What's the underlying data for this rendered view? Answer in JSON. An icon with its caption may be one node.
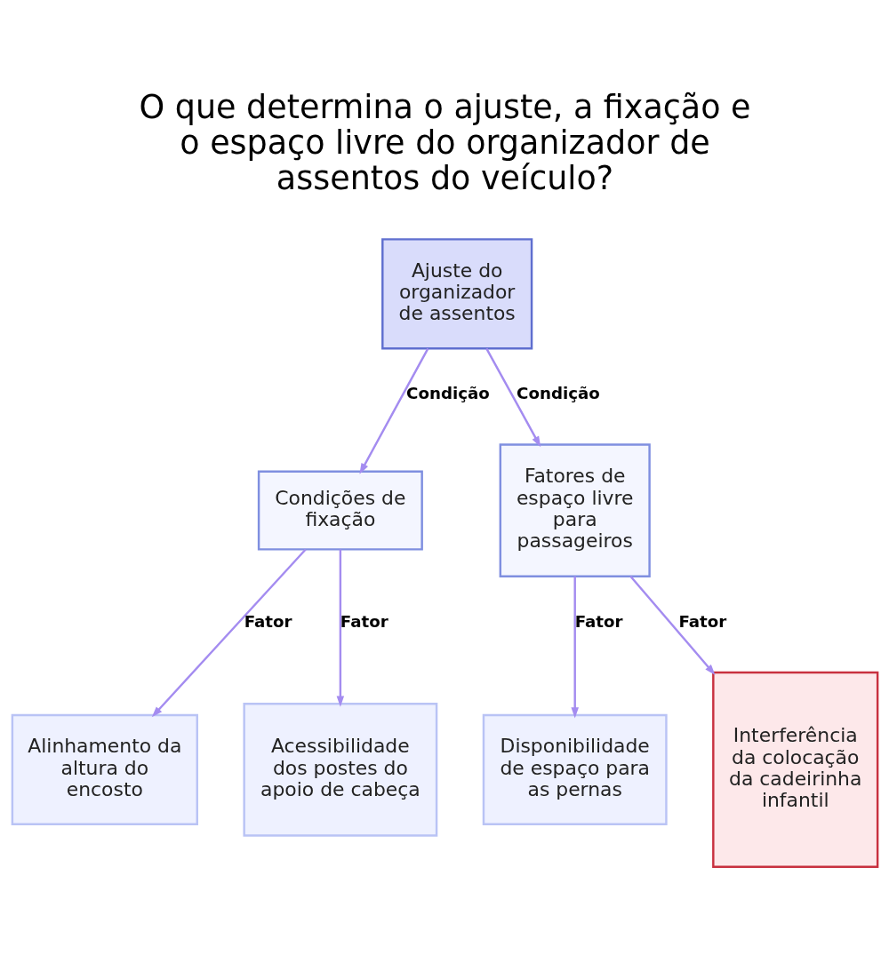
{
  "diagram": {
    "title": "O que determina o ajuste, a fixação e o espaço livre do organizador de assentos do veículo?",
    "nodes": [
      {
        "text": [
          "Ajuste do organizador de assentos"
        ]
      },
      {
        "text": [
          "Condições de fixação"
        ]
      },
      {
        "text": [
          "Fatores de espaço livre para passageiros"
        ]
      },
      {
        "text": [
          "Alinhamento da altura do encosto"
        ]
      },
      {
        "text": [
          "Acessibilidade dos postes do apoio de cabeça"
        ]
      },
      {
        "text": [
          "Disponibilidade de espaço para as pernas"
        ]
      },
      {
        "text": [
          "Interferência da colocação da cadeirinha infantil"
        ]
      }
    ],
    "edges": [
      {
        "from": 0,
        "to": 1,
        "arrow": "to",
        "label": "Condição"
      },
      {
        "from": 0,
        "to": 2,
        "arrow": "to",
        "label": "Condição"
      },
      {
        "from": 1,
        "to": 3,
        "arrow": "to",
        "label": "Fator"
      },
      {
        "from": 1,
        "to": 4,
        "arrow": "to",
        "label": "Fator"
      },
      {
        "from": 2,
        "to": 5,
        "arrow": "to",
        "label": "Fator"
      },
      {
        "from": 2,
        "to": 6,
        "arrow": "to",
        "label": "Fator"
      }
    ]
  }
}
